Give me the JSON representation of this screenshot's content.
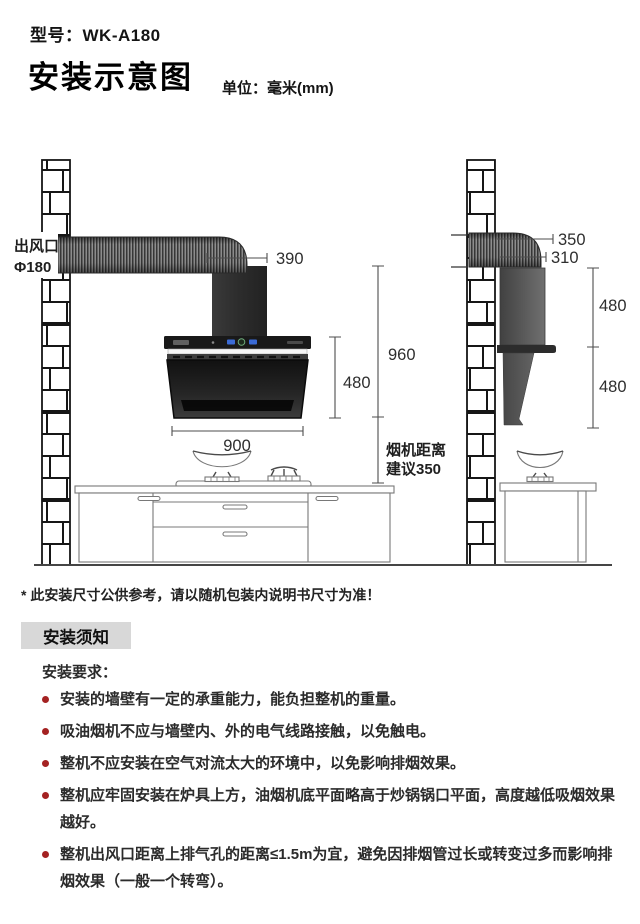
{
  "header": {
    "model": "型号：WK-A180",
    "title": "安装示意图",
    "unit": "单位：毫米(mm)"
  },
  "diagram": {
    "front": {
      "outlet_label": "出风口",
      "outlet_diameter": "Φ180",
      "dim_duct_overhang": "390",
      "dim_hood_height": "480",
      "dim_total_height": "960",
      "dim_hood_width": "900",
      "hood_distance_line1": "烟机距离",
      "hood_distance_line2": "建议350"
    },
    "side": {
      "dim_duct_depth": "350",
      "dim_hood_depth": "310",
      "dim_upper_height": "480",
      "dim_lower_height": "480"
    }
  },
  "footer": {
    "note": "* 此安装尺寸公供参考，请以随机包装内说明书尺寸为准！",
    "section_title": "安装须知",
    "requirements_title": "安装要求：",
    "requirements": [
      "安装的墙壁有一定的承重能力，能负担整机的重量。",
      "吸油烟机不应与墙壁内、外的电气线路接触，以免触电。",
      "整机不应安装在空气对流太大的环境中，以免影响排烟效果。",
      "整机应牢固安装在炉具上方，油烟机底平面略高于炒锅锅口平面，高度越低吸烟效果越好。",
      "整机出风口距离上排气孔的距离≤1.5m为宜，避免因排烟管过长或转变过多而影响排烟效果（一般一个转弯）。"
    ]
  },
  "colors": {
    "bullet": "#A42222",
    "section_bg": "#D8D8D8",
    "dim_line": "#4D4D4D"
  }
}
